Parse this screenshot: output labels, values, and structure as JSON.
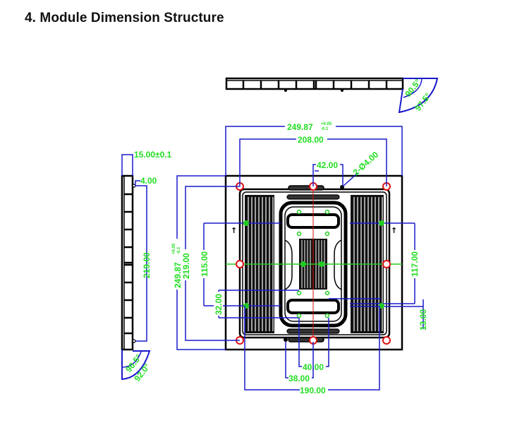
{
  "title": "4. Module Dimension Structure",
  "colors": {
    "outline": "#000000",
    "dimension_line": "#1a1acc",
    "dimension_text": "#22dd22",
    "mount_hole": "#dd1111",
    "center_line": "#dd1111",
    "magnet_point": "#22cc22"
  },
  "top_view": {
    "angles": [
      "90.5°",
      "97.5°"
    ]
  },
  "side_view": {
    "thickness": "15.00±0.1",
    "edge_offset": "4.00",
    "inner_height": "219.00",
    "angles": [
      "90.5°",
      "92.0°"
    ]
  },
  "front_view": {
    "overall_width": {
      "value": "249.87",
      "tol_plus": "+0.05",
      "tol_minus": "-0.1"
    },
    "overall_height": {
      "value": "249.87",
      "tol_plus": "+0.05",
      "tol_minus": "-0.1"
    },
    "hole_span_width": "208.00",
    "hole_span_height": "219.00",
    "hole_spacing_top": "42.00",
    "hole_diameter": "2-Ø4.00",
    "magnet_span_left": "115.00",
    "offset_left": "32.00",
    "magnet_span_right": "117.00",
    "offset_right": "13.00",
    "bottom_spacing_small": "40.00",
    "bottom_spacing_mid": "38.00",
    "bottom_span": "190.00"
  }
}
